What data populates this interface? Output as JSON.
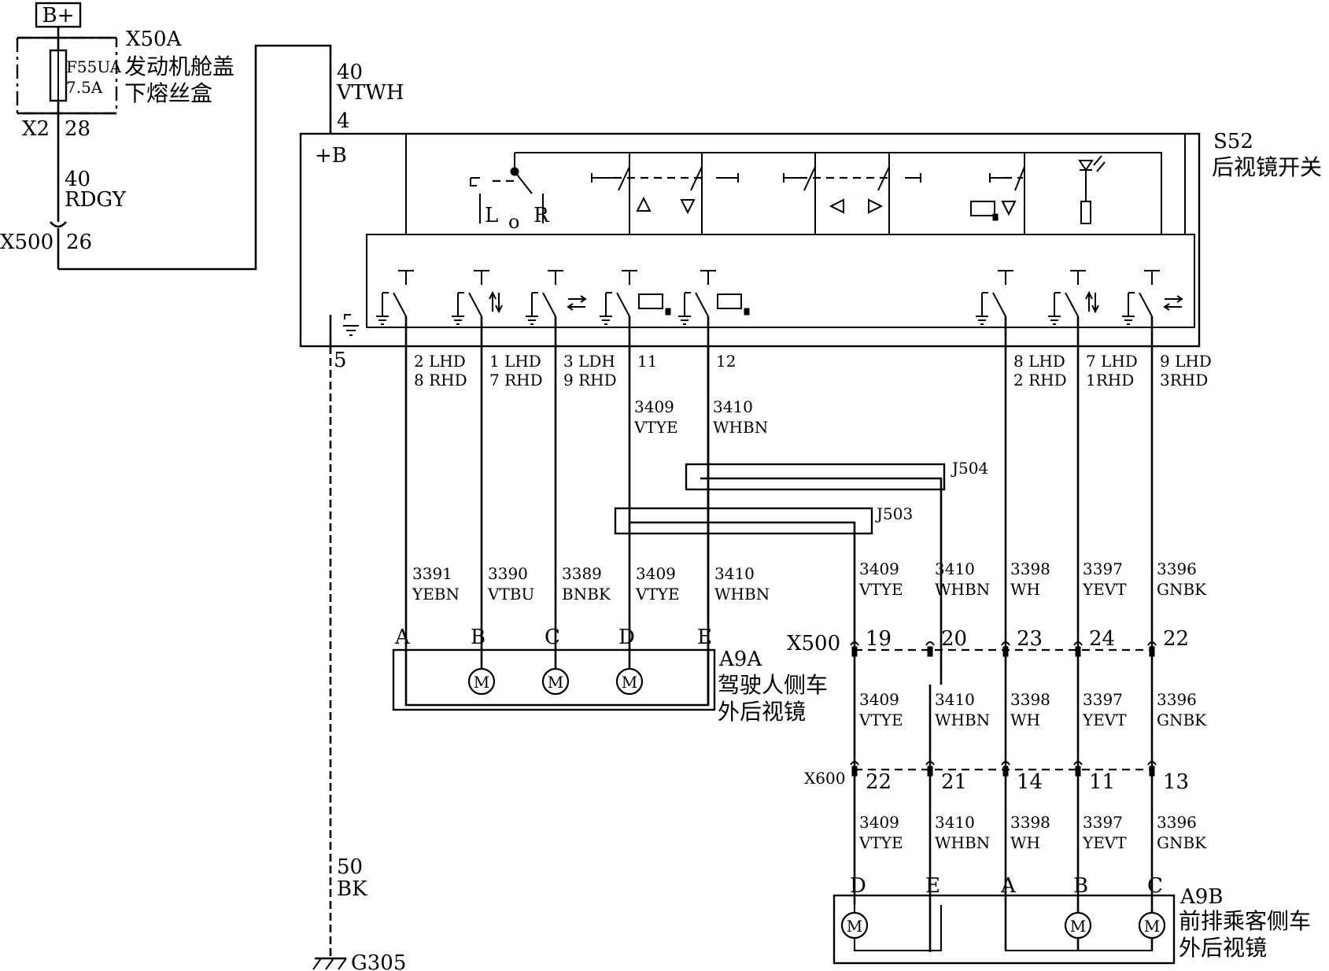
{
  "title": "",
  "power": {
    "supply_label": "B+",
    "fuse_box_id": "X50A",
    "fuse_box_name_line1": "发动机舱盖",
    "fuse_box_name_line2": "下熔丝盒",
    "fuse_id": "F55UA",
    "fuse_rating": "7.5A",
    "connector": "X2",
    "pin": "28",
    "wire_40_rdgy": {
      "gauge": "40",
      "color": "RDGY"
    },
    "wire_40_vtwh": {
      "gauge": "40",
      "color": "VTWH"
    },
    "x500_connector": "X500",
    "x500_pin": "26"
  },
  "switch": {
    "id": "S52",
    "name": "后视镜开关",
    "pin_plus_b": "4",
    "plus_b_label": "+B",
    "ground_pin": "5",
    "selector_labels": {
      "left": "L",
      "off": "o",
      "right": "R"
    },
    "pins": [
      {
        "line1": "2 LHD",
        "line2": "8 RHD"
      },
      {
        "line1": "1 LHD",
        "line2": "7 RHD"
      },
      {
        "line1": "3 LDH",
        "line2": "9 RHD"
      },
      {
        "line1": "11",
        "line2": ""
      },
      {
        "line1": "12",
        "line2": ""
      },
      {
        "line1": "8 LHD",
        "line2": "2 RHD"
      },
      {
        "line1": "7 LHD",
        "line2": "1RHD"
      },
      {
        "line1": "9 LHD",
        "line2": "3RHD"
      }
    ]
  },
  "ground": {
    "wire_gauge": "50",
    "wire_color": "BK",
    "point": "G305"
  },
  "splices": {
    "j504": "J504",
    "j503": "J503"
  },
  "upper_wires": [
    {
      "circuit": "3409",
      "color": "VTYE"
    },
    {
      "circuit": "3410",
      "color": "WHBN"
    }
  ],
  "driver_side_wires": [
    {
      "circuit": "3391",
      "color": "YEBN"
    },
    {
      "circuit": "3390",
      "color": "VTBU"
    },
    {
      "circuit": "3389",
      "color": "BNBK"
    },
    {
      "circuit": "3409",
      "color": "VTYE"
    },
    {
      "circuit": "3410",
      "color": "WHBN"
    }
  ],
  "passenger_side_wires": [
    {
      "circuit": "3409",
      "color": "VTYE"
    },
    {
      "circuit": "3410",
      "color": "WHBN"
    },
    {
      "circuit": "3398",
      "color": "WH"
    },
    {
      "circuit": "3397",
      "color": "YEVT"
    },
    {
      "circuit": "3396",
      "color": "GNBK"
    }
  ],
  "driver_mirror": {
    "id": "A9A",
    "name_line1": "驾驶人侧车",
    "name_line2": "外后视镜",
    "pins": [
      "A",
      "B",
      "C",
      "D",
      "E"
    ],
    "motor_label": "M"
  },
  "x500": {
    "name": "X500",
    "pins": [
      "19",
      "20",
      "23",
      "24",
      "22"
    ]
  },
  "x600": {
    "name": "X600",
    "pins": [
      "22",
      "21",
      "14",
      "11",
      "13"
    ]
  },
  "passenger_mirror": {
    "id": "A9B",
    "name_line1": "前排乘客侧车",
    "name_line2": "外后视镜",
    "pins": [
      "D",
      "E",
      "A",
      "B",
      "C"
    ],
    "motor_label": "M"
  }
}
